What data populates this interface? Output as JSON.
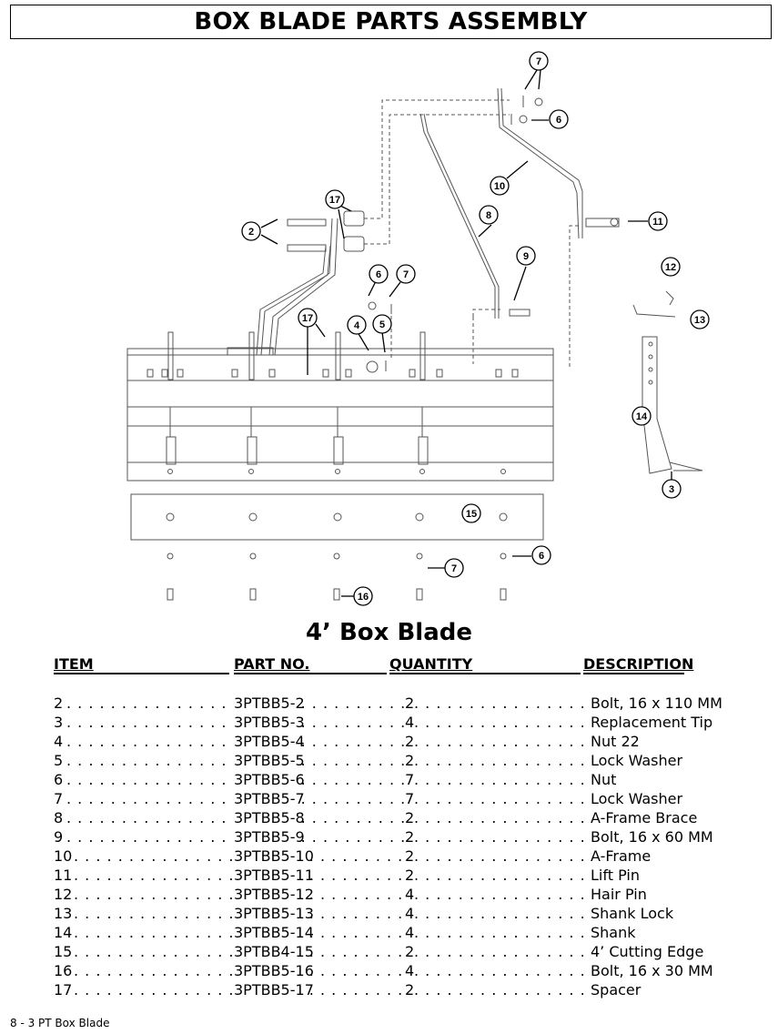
{
  "title": "BOX BLADE PARTS ASSEMBLY",
  "subtitle": "4’ Box Blade",
  "headers": {
    "item": "ITEM",
    "part": "PART NO.",
    "qty": "QUANTITY",
    "desc": "DESCRIPTION"
  },
  "parts": [
    {
      "item": "2",
      "part": "3PTBB5-2",
      "qty": "2",
      "desc": "Bolt, 16 x 110 MM"
    },
    {
      "item": "3",
      "part": "3PTBB5-3",
      "qty": "4",
      "desc": "Replacement Tip"
    },
    {
      "item": "4",
      "part": "3PTBB5-4",
      "qty": "2",
      "desc": "Nut 22"
    },
    {
      "item": "5",
      "part": "3PTBB5-5",
      "qty": "2",
      "desc": "Lock Washer"
    },
    {
      "item": "6",
      "part": "3PTBB5-6",
      "qty": "7",
      "desc": "Nut"
    },
    {
      "item": "7",
      "part": "3PTBB5-7",
      "qty": "7",
      "desc": "Lock Washer"
    },
    {
      "item": "8",
      "part": "3PTBB5-8",
      "qty": "2",
      "desc": "A-Frame Brace"
    },
    {
      "item": "9",
      "part": "3PTBB5-9",
      "qty": "2",
      "desc": "Bolt, 16 x 60 MM"
    },
    {
      "item": "10",
      "part": "3PTBB5-10",
      "qty": "2",
      "desc": "A-Frame"
    },
    {
      "item": "11",
      "part": "3PTBB5-11",
      "qty": "2",
      "desc": "Lift Pin"
    },
    {
      "item": "12",
      "part": "3PTBB5-12",
      "qty": "4",
      "desc": "Hair Pin"
    },
    {
      "item": "13",
      "part": "3PTBB5-13",
      "qty": "4",
      "desc": "Shank Lock"
    },
    {
      "item": "14",
      "part": "3PTBB5-14",
      "qty": "4",
      "desc": "Shank"
    },
    {
      "item": "15",
      "part": "3PTBB4-15",
      "qty": "2",
      "desc": "4’ Cutting Edge"
    },
    {
      "item": "16",
      "part": "3PTBB5-16",
      "qty": "4",
      "desc": "Bolt, 16 x 30 MM"
    },
    {
      "item": "17",
      "part": "3PTBB5-17",
      "qty": "2",
      "desc": "Spacer"
    }
  ],
  "callouts": [
    "2",
    "3",
    "4",
    "5",
    "6",
    "6",
    "6",
    "7",
    "7",
    "7",
    "8",
    "9",
    "10",
    "11",
    "12",
    "13",
    "14",
    "15",
    "16",
    "17",
    "17"
  ],
  "footer": "8 - 3 PT Box Blade"
}
